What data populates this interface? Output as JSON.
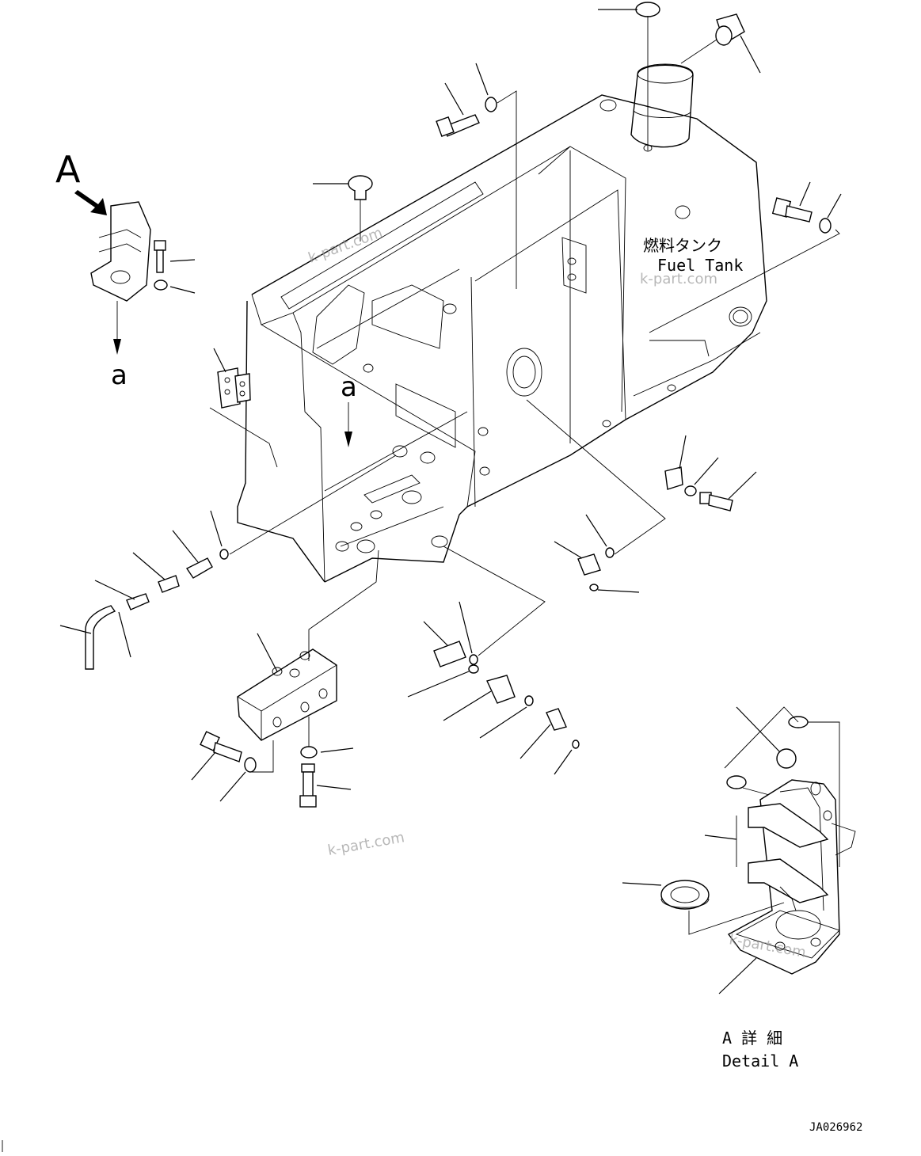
{
  "diagram": {
    "view_label": "A",
    "direction_label_1": "a",
    "direction_label_2": "a",
    "tank_label_jp": "燃料タンク",
    "tank_label_en": "Fuel Tank",
    "detail_label_jp": "A 詳 細",
    "detail_label_en": "Detail A",
    "drawing_number": "JA026962",
    "watermark": "k-part.com"
  }
}
